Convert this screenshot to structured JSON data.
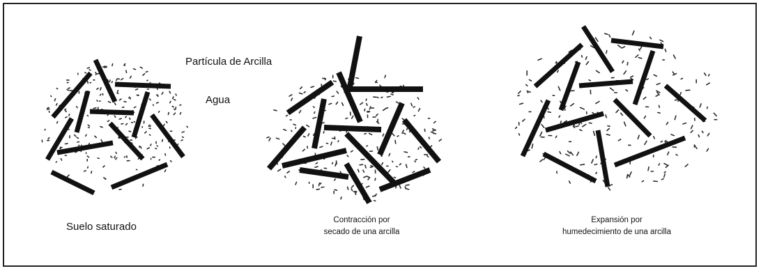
{
  "legend": {
    "particle": "Partícula de Arcilla",
    "water": "Agua"
  },
  "captions": {
    "saturated": "Suelo saturado",
    "shrinkage_line1": "Contracción por",
    "shrinkage_line2": "secado de una arcilla",
    "expansion_line1": "Expansión por",
    "expansion_line2": "humedecimiento de una arcilla"
  },
  "colors": {
    "particle": "#111111",
    "water": "#2a2a2a",
    "border": "#222222"
  }
}
